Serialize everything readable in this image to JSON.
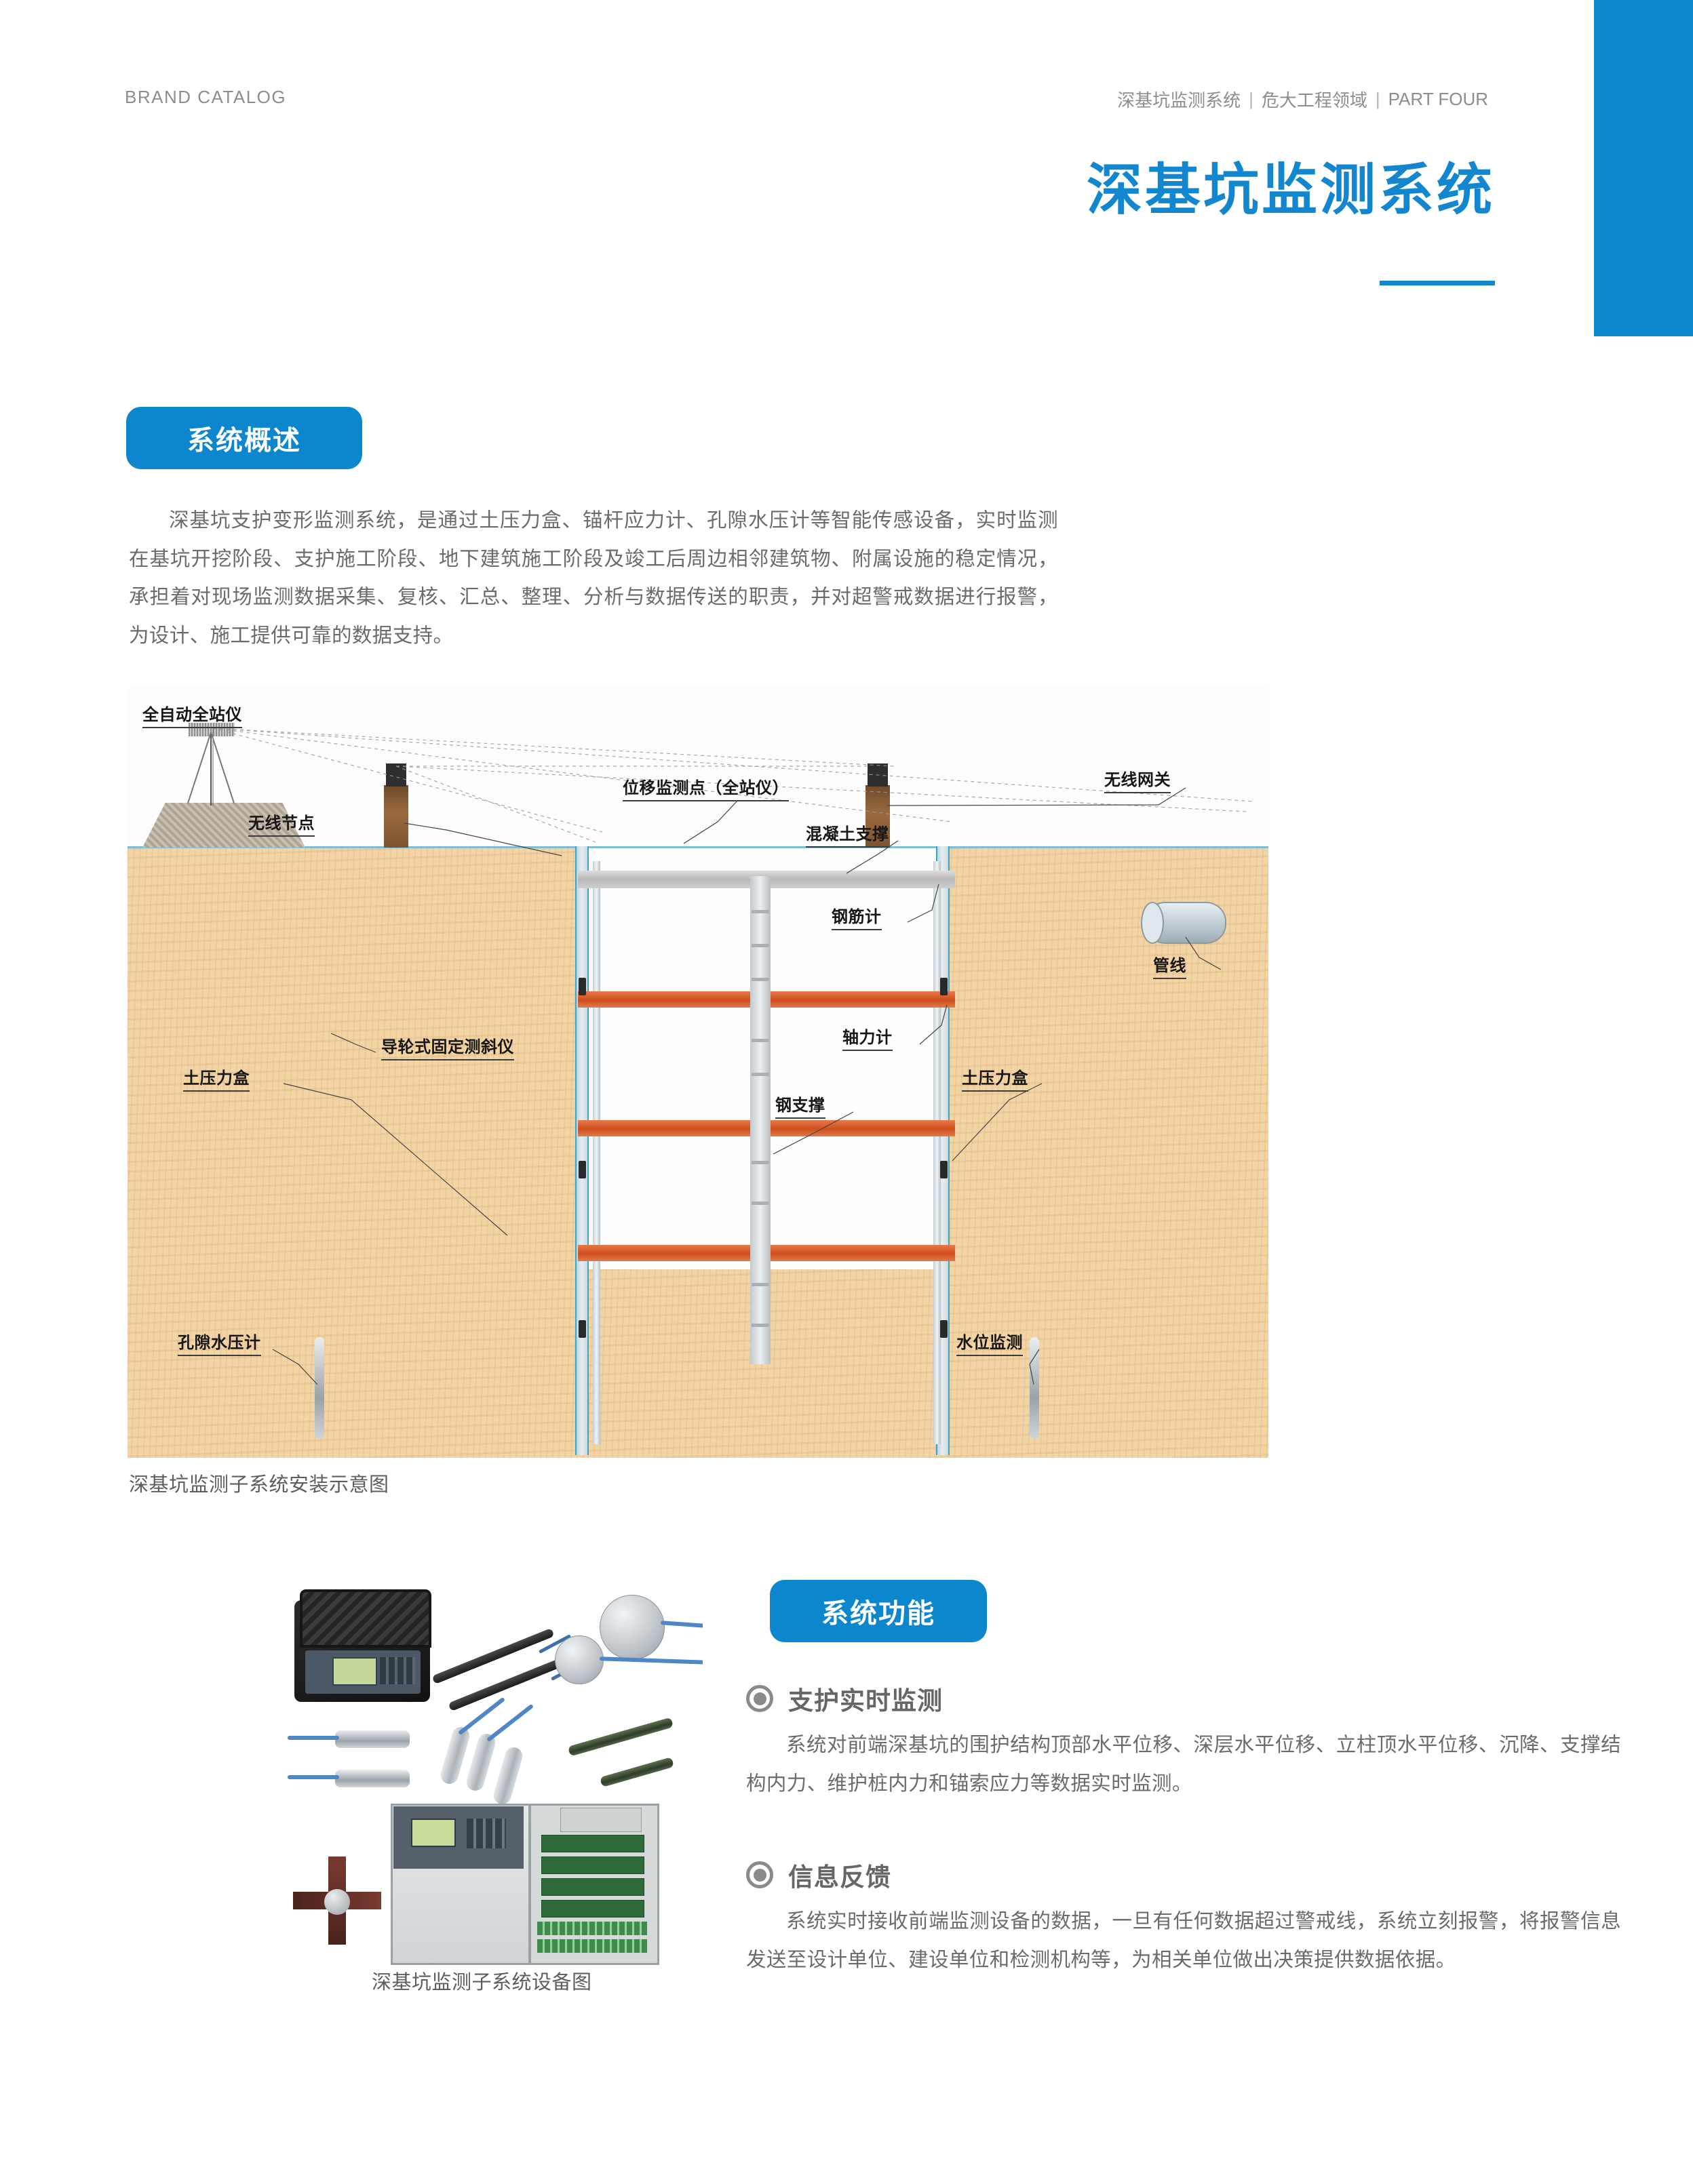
{
  "header": {
    "brand": "BRAND CATALOG",
    "breadcrumb": [
      "深基坑监测系统",
      "危大工程领域",
      "PART FOUR"
    ],
    "separator": "|"
  },
  "page_title": "深基坑监测系统",
  "accent_color": "#0c86cc",
  "title_color": "#1287cf",
  "body_text_color": "#6b6b6b",
  "sections": {
    "overview": {
      "chip_label": "系统概述",
      "paragraph": "深基坑支护变形监测系统，是通过土压力盒、锚杆应力计、孔隙水压计等智能传感设备，实时监测在基坑开挖阶段、支护施工阶段、地下建筑施工阶段及竣工后周边相邻建筑物、附属设施的稳定情况，承担着对现场监测数据采集、复核、汇总、整理、分析与数据传送的职责，并对超警戒数据进行报警，为设计、施工提供可靠的数据支持。"
    },
    "functions": {
      "chip_label": "系统功能",
      "items": [
        {
          "title": "支护实时监测",
          "body": "系统对前端深基坑的围护结构顶部水平位移、深层水平位移、立柱顶水平位移、沉降、支撑结构内力、维护桩内力和锚索应力等数据实时监测。"
        },
        {
          "title": "信息反馈",
          "body": "系统实时接收前端监测设备的数据，一旦有任何数据超过警戒线，系统立刻报警，将报警信息发送至设计单位、建设单位和检测机构等，为相关单位做出决策提供数据依据。"
        }
      ]
    }
  },
  "figures": {
    "schematic": {
      "caption": "深基坑监测子系统安装示意图",
      "labels": [
        "全自动全站仪",
        "无线节点",
        "位移监测点（全站仪）",
        "混凝土支撑",
        "无线网关",
        "钢筋计",
        "管线",
        "轴力计",
        "导轮式固定测斜仪",
        "土压力盒",
        "钢支撑",
        "土压力盒",
        "孔隙水压计",
        "水位监测"
      ]
    },
    "equipment": {
      "caption": "深基坑监测子系统设备图"
    }
  }
}
